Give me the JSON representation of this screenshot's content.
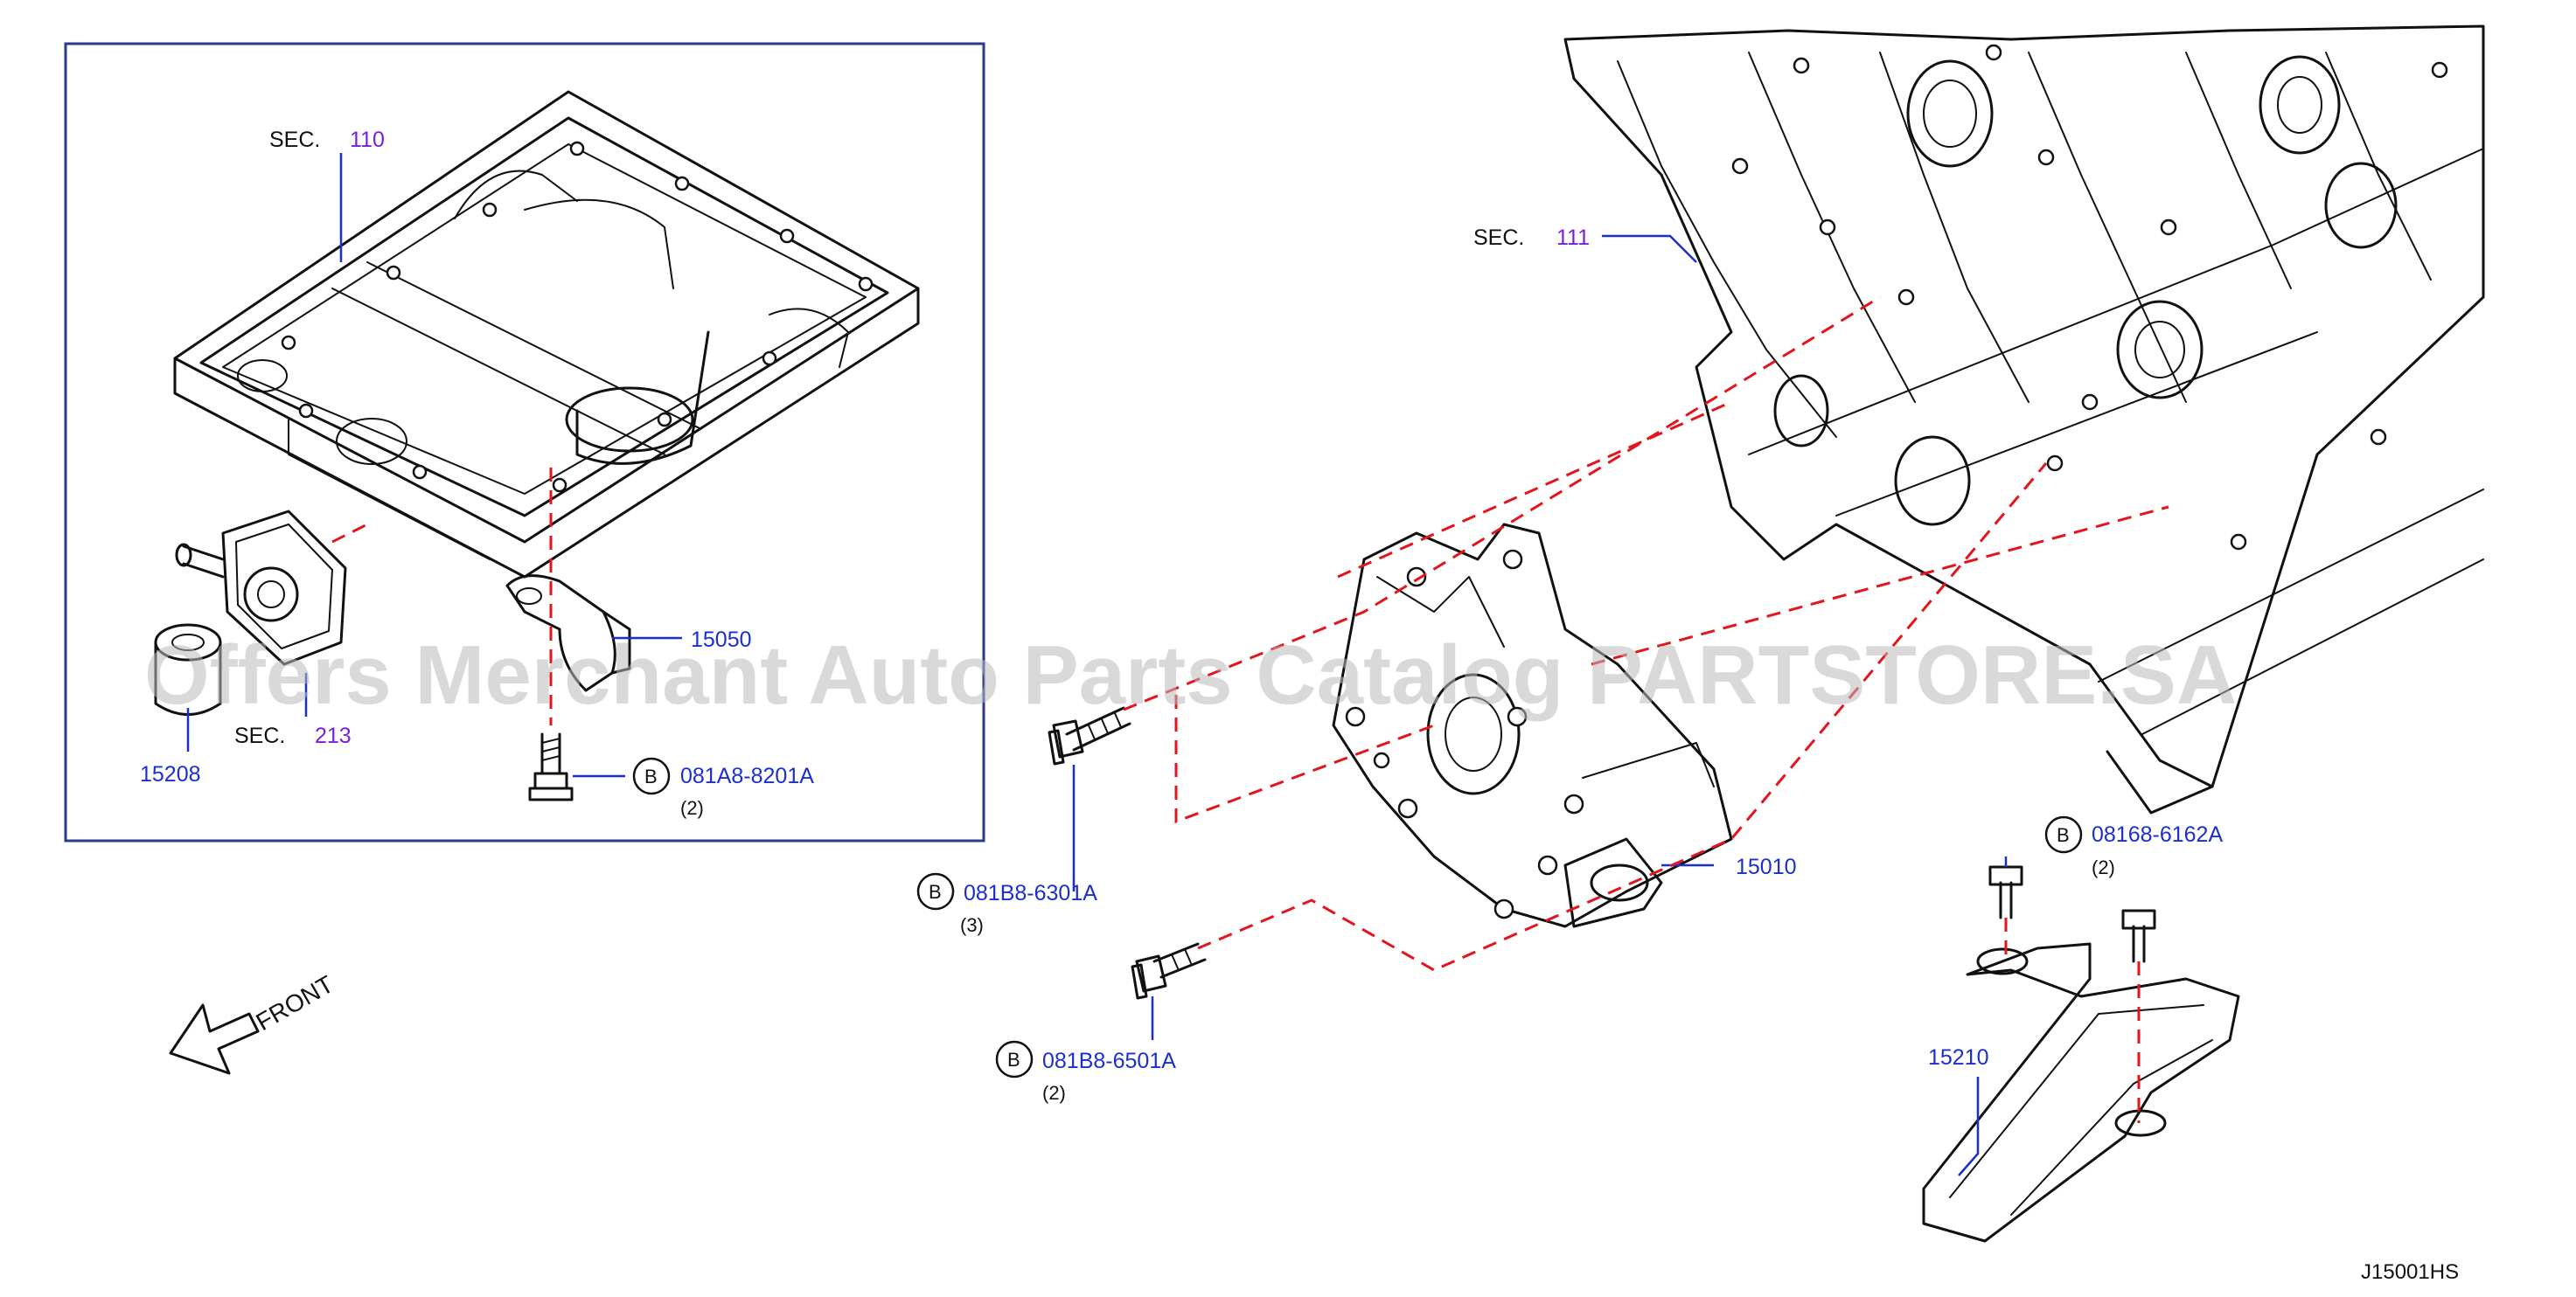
{
  "diagram": {
    "diagram_code": "J15001HS",
    "watermark": "Offers Merchant Auto Parts Catalog PARTSTORE.SA",
    "front_label": "FRONT",
    "section_refs": [
      {
        "prefix": "SEC.",
        "number": "110"
      },
      {
        "prefix": "SEC.",
        "number": "213"
      },
      {
        "prefix": "SEC.",
        "number": "111"
      }
    ],
    "parts": [
      {
        "number": "15208"
      },
      {
        "number": "15050"
      },
      {
        "number": "15010"
      },
      {
        "number": "15210"
      }
    ],
    "bolts": [
      {
        "badge": "B",
        "part": "081A8-8201A",
        "qty": "(2)"
      },
      {
        "badge": "B",
        "part": "081B8-6301A",
        "qty": "(3)"
      },
      {
        "badge": "B",
        "part": "081B8-6501A",
        "qty": "(2)"
      },
      {
        "badge": "B",
        "part": "08168-6162A",
        "qty": "(2)"
      }
    ],
    "colors": {
      "part_label": "#1b2fd0",
      "section_number": "#7a1fd6",
      "dashed_leader": "#e3141b",
      "inset_frame": "#2b3a8c",
      "line": "#111111"
    }
  }
}
